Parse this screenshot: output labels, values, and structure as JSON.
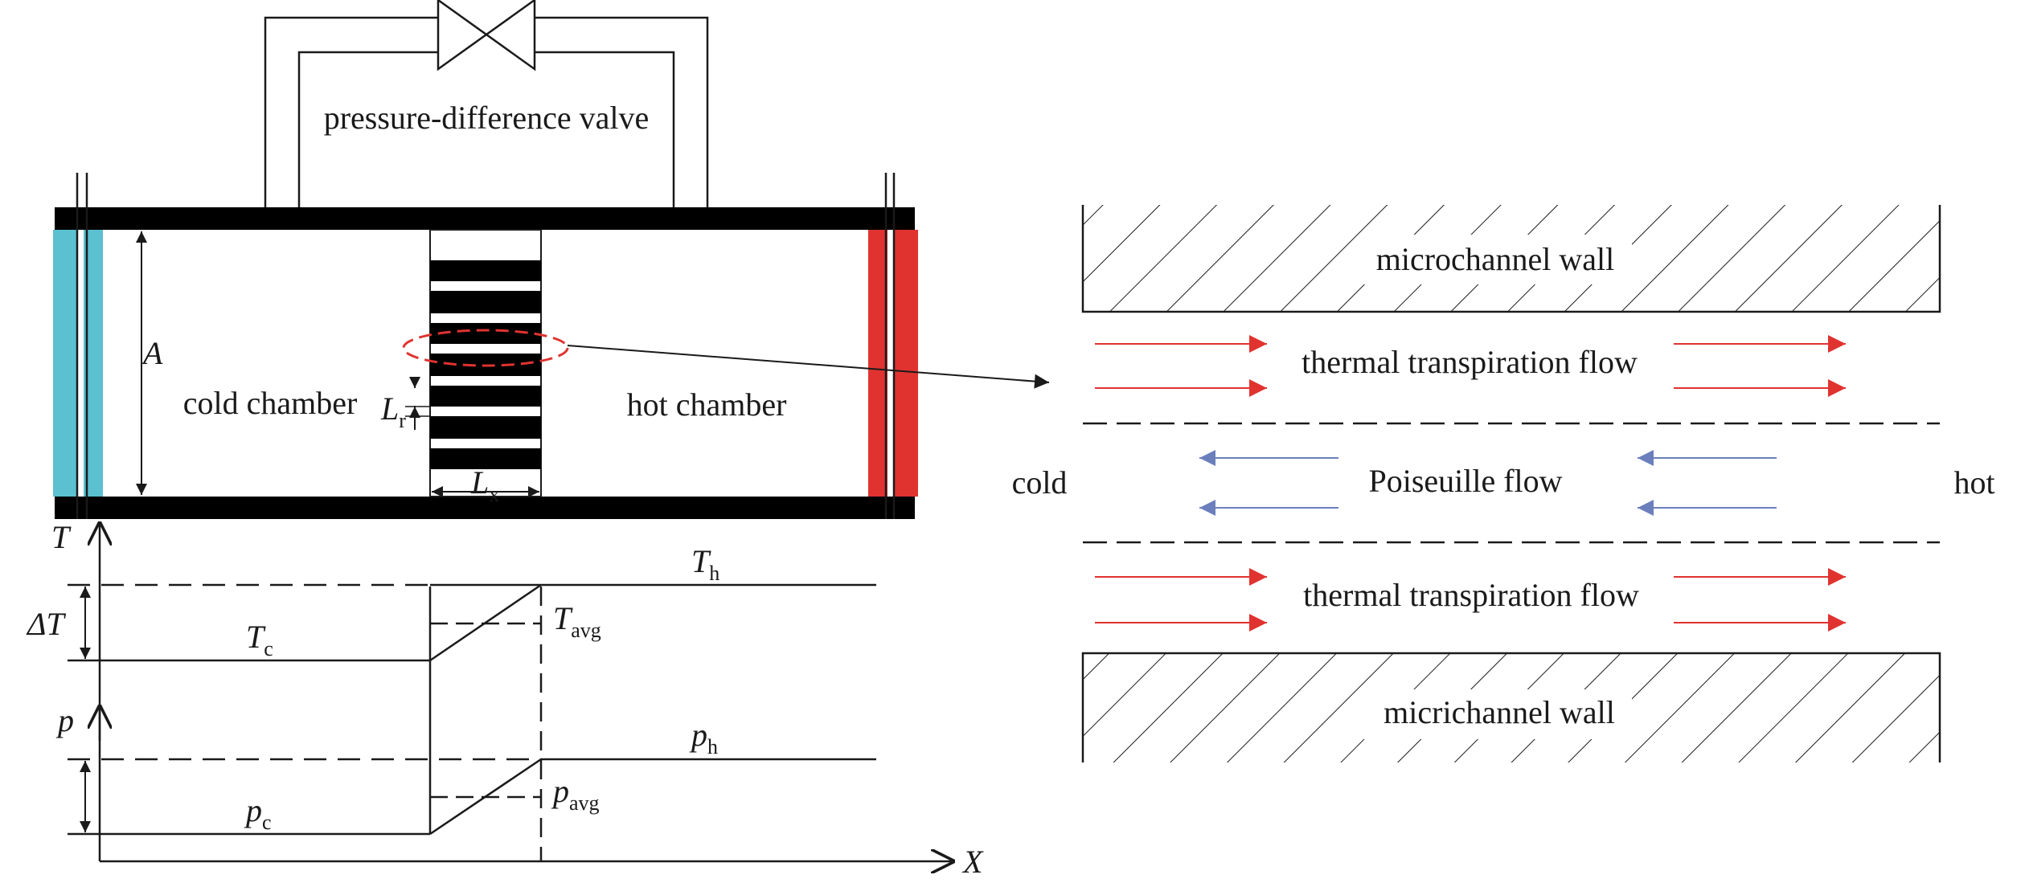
{
  "colors": {
    "cold": "#5BC0CF",
    "hot": "#E03330",
    "thermal_arrow": "#E03330",
    "poiseuille_arrow": "#6B7FBD",
    "ink": "#1a1a1a"
  },
  "left_panel": {
    "valve_label": "pressure-difference valve",
    "cold_chamber_label": "cold chamber",
    "hot_chamber_label": "hot chamber",
    "height_symbol": "A",
    "channel_gap_symbol": "L",
    "channel_gap_sub": "r",
    "channel_length_symbol": "L",
    "channel_length_sub": "x"
  },
  "profiles": {
    "temperature": {
      "axis": "T",
      "delta": "ΔT",
      "hot_symbol": "T",
      "hot_sub": "h",
      "cold_symbol": "T",
      "cold_sub": "c",
      "avg_symbol": "T",
      "avg_sub": "avg"
    },
    "pressure": {
      "axis": "p",
      "hot_symbol": "p",
      "hot_sub": "h",
      "cold_symbol": "p",
      "cold_sub": "c",
      "avg_symbol": "p",
      "avg_sub": "avg"
    },
    "x_axis": "X"
  },
  "right_panel": {
    "top_wall_label": "microchannel wall",
    "bottom_wall_label": "micrichannel wall",
    "thermal_flow_top": "thermal transpiration flow",
    "thermal_flow_bottom": "thermal transpiration flow",
    "poiseuille_label": "Poiseuille flow",
    "cold_label": "cold",
    "hot_label": "hot"
  }
}
